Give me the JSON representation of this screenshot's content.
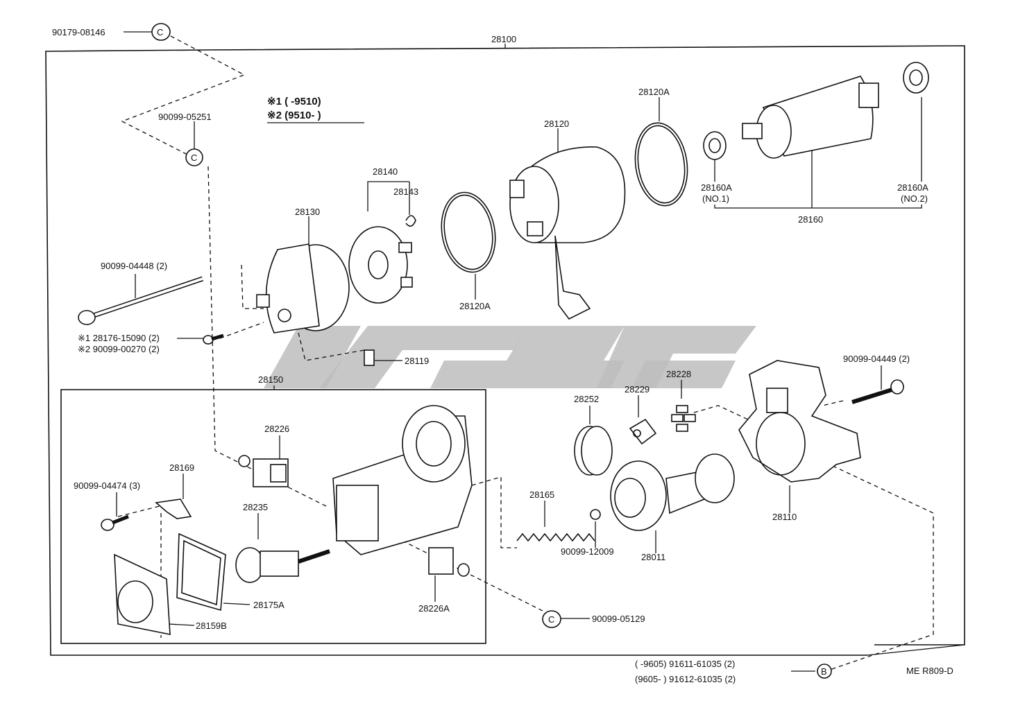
{
  "legend": {
    "line1": "※1 (        -9510)",
    "line2": "※2 (9510-        )"
  },
  "labels": {
    "p90179_08146": "90179-08146",
    "p28100": "28100",
    "p90099_05251": "90099-05251",
    "p28130": "28130",
    "p28140": "28140",
    "p28143": "28143",
    "p28120": "28120",
    "p28120A_top": "28120A",
    "p28120A_bot": "28120A",
    "p28160A_no1": "28160A",
    "p28160A_no1_sub": "(NO.1)",
    "p28160A_no2": "28160A",
    "p28160A_no2_sub": "(NO.2)",
    "p28160": "28160",
    "p90099_04448": "90099-04448 (2)",
    "p28176_15090": "※1 28176-15090 (2)",
    "p90099_00270": "※2 90099-00270 (2)",
    "p28119": "28119",
    "p28150": "28150",
    "p28226": "28226",
    "p28169": "28169",
    "p90099_04474": "90099-04474 (3)",
    "p28235": "28235",
    "p28175A": "28175A",
    "p28159B": "28159B",
    "p28226A": "28226A",
    "p90099_05129": "90099-05129",
    "p28252": "28252",
    "p28229": "28229",
    "p28228": "28228",
    "p90099_04449": "90099-04449 (2)",
    "p28165": "28165",
    "p90099_12009": "90099-12009",
    "p28011": "28011",
    "p28110": "28110",
    "bolt1": "(        -9605) 91611-61035 (2)",
    "bolt2": "(9605-        ) 91612-61035 (2)",
    "callout_b": "B",
    "ref_code": "ME R809-D"
  },
  "watermark_color": "#bdbdbd"
}
